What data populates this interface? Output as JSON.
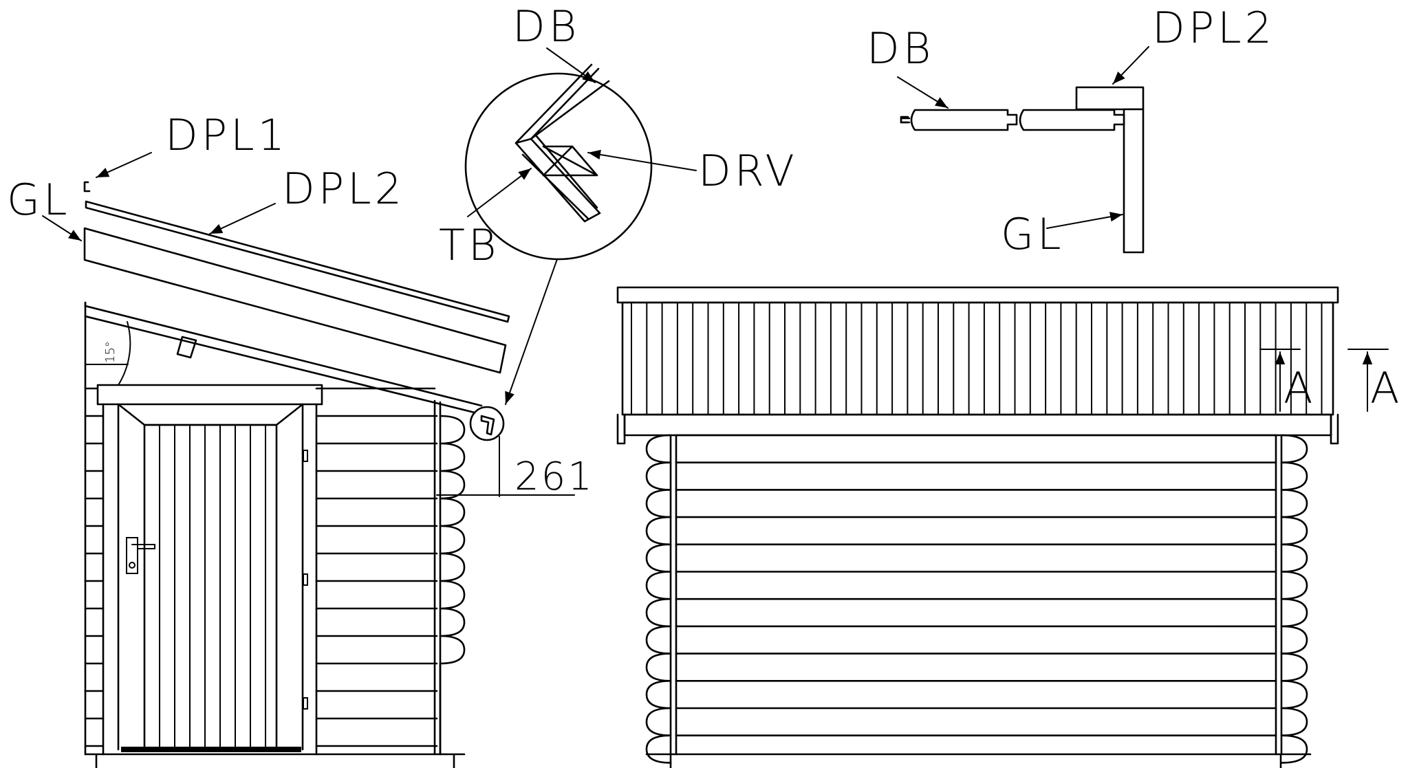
{
  "labels": {
    "db_detail": "DB",
    "drv": "DRV",
    "tb": "TB",
    "dpl1": "DPL1",
    "dpl2_side": "DPL2",
    "gl_side": "GL",
    "db_section": "DB",
    "dpl2_section": "DPL2",
    "gl_section": "GL",
    "angle": "15°",
    "dimension": "261",
    "section_mark_1": "A",
    "section_mark_2": "A"
  },
  "colors": {
    "line": "#000000",
    "background": "#ffffff"
  }
}
